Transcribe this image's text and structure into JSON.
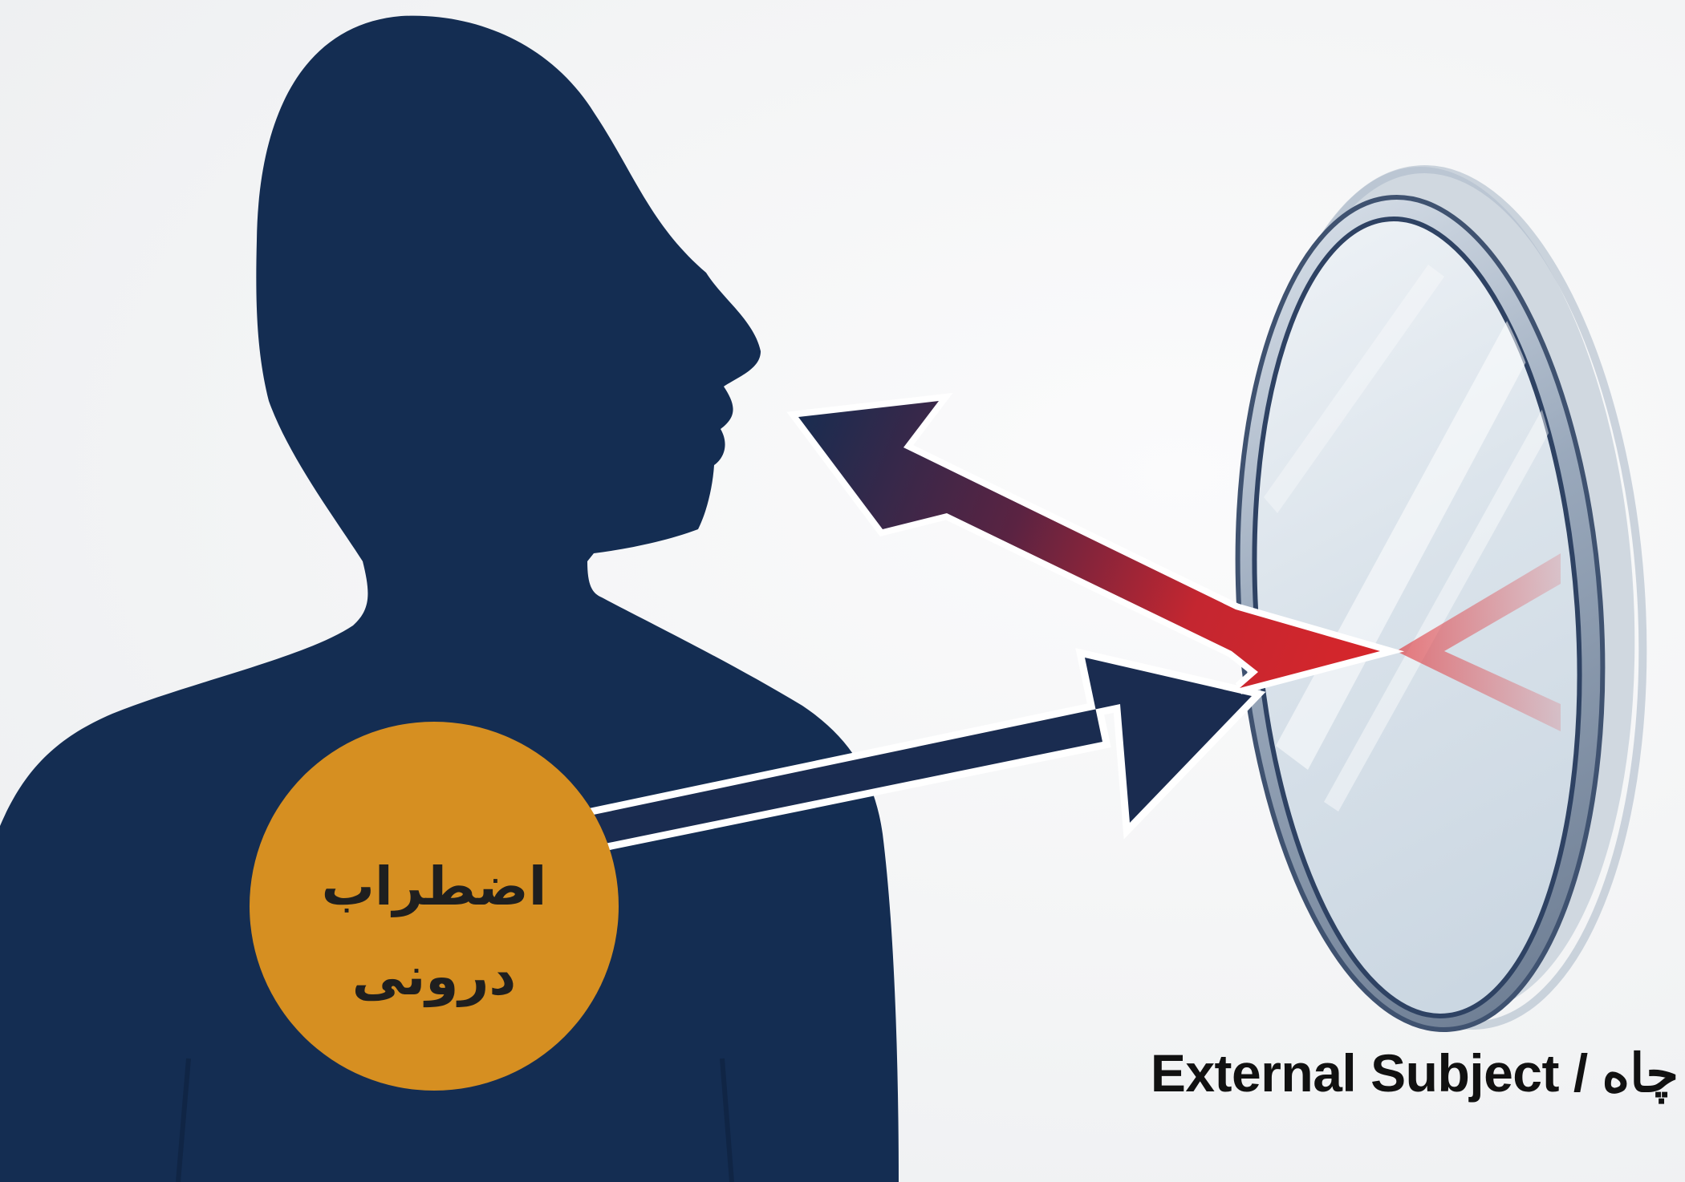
{
  "circle": {
    "line1": "اضطراب",
    "line2": "درونی"
  },
  "mirror_label": "External Subject / چاه",
  "colors": {
    "silhouette": "#142d52",
    "circle": "#d68f21",
    "arrow_dark": "#1a2c50",
    "arrow_red": "#d1232a",
    "mirror_rim": "#8a9bb1",
    "mirror_glass": "#dfe7ee",
    "background": "#f2f3f4"
  },
  "icons": {
    "person": "person-silhouette-icon",
    "mirror": "oval-mirror-icon",
    "projection_arrow": "arrow-right-icon",
    "reflection_arrow": "arrow-left-icon"
  }
}
